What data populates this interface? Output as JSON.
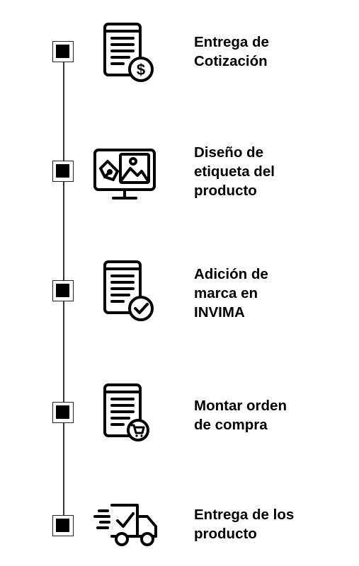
{
  "steps": [
    {
      "label": "Entrega de\nCotización",
      "icon": "invoice-dollar-icon"
    },
    {
      "label": "Diseño de\netiqueta del\nproducto",
      "icon": "design-monitor-icon"
    },
    {
      "label": "Adición de\nmarca en\nINVIMA",
      "icon": "document-check-icon"
    },
    {
      "label": "Montar orden\nde compra",
      "icon": "document-cart-icon"
    },
    {
      "label": "Entrega de los\nproducto",
      "icon": "delivery-truck-icon"
    }
  ],
  "colors": {
    "ink": "#000000",
    "line": "#333333",
    "background": "#ffffff"
  }
}
